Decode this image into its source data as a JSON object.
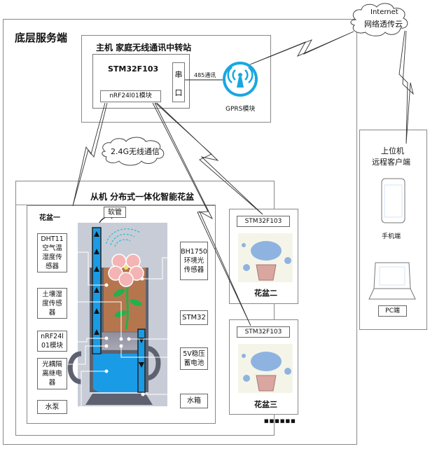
{
  "diagram": {
    "bottom_service": {
      "title": "底层服务端"
    },
    "host": {
      "title": "主机  家庭无线通讯中转站",
      "mcu": "STM32F103",
      "serial_port": [
        "串",
        "口"
      ],
      "rf_module": "nRF24l01模块",
      "link_485": "485通讯",
      "gprs_label": "GPRS模块"
    },
    "cloud_internet": {
      "line1": "Internet",
      "line2": "网络透传云"
    },
    "cloud_24g": {
      "label": "2.4G无线通信"
    },
    "slave": {
      "title": "从机  分布式一体化智能花盆",
      "pot1": {
        "title": "花盆一",
        "hose": "软管",
        "left_labels": [
          "DHT11\n空气温\n湿度传\n感器",
          "土壤湿\n度传感\n器",
          "nRF24l\n01模块",
          "光耦隔\n离继电\n器",
          "水泵"
        ],
        "right_labels": [
          "BH1750\n环境光\n传感器",
          "STM32",
          "5V稳压\n蓄电池",
          "水箱"
        ]
      },
      "pot2": {
        "mcu": "STM32F103",
        "name": "花盆二"
      },
      "pot3": {
        "mcu": "STM32F103",
        "name": "花盆三"
      },
      "more": "■■■■■■"
    },
    "client": {
      "title_line1": "上位机",
      "title_line2": "远程客户端",
      "phone_label": "手机端",
      "pc_label": "PC端"
    },
    "colors": {
      "water_blue": "#1a9be6",
      "gprs_blue": "#1aa7e0",
      "soil_brown": "#b5764e",
      "pot_gray": "#c8ccd6",
      "leaf_green": "#22b14c",
      "flower_pink": "#f4b4b4"
    }
  }
}
